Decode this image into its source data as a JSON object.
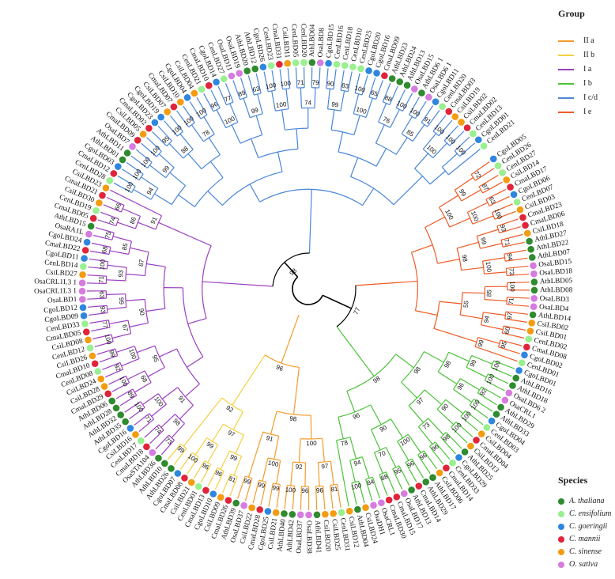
{
  "groups": {
    "title": "Group",
    "items": [
      {
        "label": "II a",
        "color": "#F39C2B"
      },
      {
        "label": "II b",
        "color": "#F4D03F"
      },
      {
        "label": "I a",
        "color": "#9B3FC1"
      },
      {
        "label": "I b",
        "color": "#4CC23A"
      },
      {
        "label": "I c/d",
        "color": "#4A86D8"
      },
      {
        "label": "I e",
        "color": "#EE5A24"
      }
    ]
  },
  "species": {
    "title": "Species",
    "items": [
      {
        "label": "A. thaliana",
        "color": "#2E8B2E"
      },
      {
        "label": "C. ensifolium",
        "color": "#98F08E"
      },
      {
        "label": "C. goeringii",
        "color": "#2E86DE"
      },
      {
        "label": "C. mannii",
        "color": "#E0243A"
      },
      {
        "label": "C. sinense",
        "color": "#F39C12"
      },
      {
        "label": "O. sativa",
        "color": "#D67BE0"
      }
    ]
  },
  "leaves": [
    {
      "name": "CgoLBD05",
      "clade": "Ie",
      "sp": "C. goeringii"
    },
    {
      "name": "CenLBD26",
      "clade": "Ie",
      "sp": "C. ensifolium"
    },
    {
      "name": "CenLBD27",
      "clade": "Ie",
      "sp": "C. ensifolium"
    },
    {
      "name": "CsiLBD14",
      "clade": "Ie",
      "sp": "C. sinense"
    },
    {
      "name": "CmaLBD17",
      "clade": "Ie",
      "sp": "C. mannii"
    },
    {
      "name": "CgoLBD06",
      "clade": "Ie",
      "sp": "C. goeringii"
    },
    {
      "name": "CenLBD07",
      "clade": "Ie",
      "sp": "C. ensifolium"
    },
    {
      "name": "CsiLBD03",
      "clade": "Ie",
      "sp": "C. sinense"
    },
    {
      "name": "CmaLBD23",
      "clade": "Ie",
      "sp": "C. mannii"
    },
    {
      "name": "CmaLBD06",
      "clade": "Ie",
      "sp": "C. mannii"
    },
    {
      "name": "CsiLBD18",
      "clade": "Ie",
      "sp": "C. sinense"
    },
    {
      "name": "AthLBD27",
      "clade": "Ie",
      "sp": "A. thaliana"
    },
    {
      "name": "AthLBD22",
      "clade": "Ie",
      "sp": "A. thaliana"
    },
    {
      "name": "AthLBD07",
      "clade": "Ie",
      "sp": "A. thaliana"
    },
    {
      "name": "OsaLBD15",
      "clade": "Ie",
      "sp": "O. sativa"
    },
    {
      "name": "OsaLBD18",
      "clade": "Ie",
      "sp": "O. sativa"
    },
    {
      "name": "AthLBD05",
      "clade": "Ie",
      "sp": "A. thaliana"
    },
    {
      "name": "AthLBD08",
      "clade": "Ie",
      "sp": "A. thaliana"
    },
    {
      "name": "OsaLBD3",
      "clade": "Ie",
      "sp": "O. sativa"
    },
    {
      "name": "OsaLBD4",
      "clade": "Ie",
      "sp": "O. sativa"
    },
    {
      "name": "AthLBD14",
      "clade": "Ie",
      "sp": "A. thaliana"
    },
    {
      "name": "CsiLBD02",
      "clade": "Ie",
      "sp": "C. sinense"
    },
    {
      "name": "CsiLBD01",
      "clade": "Ie",
      "sp": "C. sinense"
    },
    {
      "name": "CenLBD02",
      "clade": "Ie",
      "sp": "C. ensifolium"
    },
    {
      "name": "CmaLBD08",
      "clade": "Ie",
      "sp": "C. mannii"
    },
    {
      "name": "CgoLBD02",
      "clade": "Ie",
      "sp": "C. goeringii"
    },
    {
      "name": "CenLBD01",
      "clade": "Ie",
      "sp": "C. ensifolium"
    },
    {
      "name": "CgoLBD01",
      "clade": "Ib",
      "sp": "C. goeringii"
    },
    {
      "name": "AthLBD16",
      "clade": "Ib",
      "sp": "A. thaliana"
    },
    {
      "name": "AthLBD18",
      "clade": "Ib",
      "sp": "A. thaliana"
    },
    {
      "name": "OsaLBD6 2",
      "clade": "Ib",
      "sp": "O. sativa"
    },
    {
      "name": "OsaCRL1",
      "clade": "Ib",
      "sp": "O. sativa"
    },
    {
      "name": "AthLBD29",
      "clade": "Ib",
      "sp": "A. thaliana"
    },
    {
      "name": "AthLBD33",
      "clade": "Ib",
      "sp": "A. thaliana"
    },
    {
      "name": "CgoLBD04",
      "clade": "Ib",
      "sp": "C. goeringii"
    },
    {
      "name": "CenLBD03",
      "clade": "Ib",
      "sp": "C. ensifolium"
    },
    {
      "name": "CsiLBD04",
      "clade": "Ib",
      "sp": "C. sinense"
    },
    {
      "name": "CmaLBD04",
      "clade": "Ib",
      "sp": "C. mannii"
    },
    {
      "name": "CsiLBD13",
      "clade": "Ib",
      "sp": "C. sinense"
    },
    {
      "name": "AthLBD25",
      "clade": "Ib",
      "sp": "A. thaliana"
    },
    {
      "name": "CgoLBD29",
      "clade": "Ib",
      "sp": "C. goeringii"
    },
    {
      "name": "CenLBD33",
      "clade": "Ib",
      "sp": "C. ensifolium"
    },
    {
      "name": "CmaLBD14",
      "clade": "Ib",
      "sp": "C. mannii"
    },
    {
      "name": "CsiLBD06",
      "clade": "Ib",
      "sp": "C. sinense"
    },
    {
      "name": "AthLBD17",
      "clade": "Ib",
      "sp": "A. thaliana"
    },
    {
      "name": "AthLBD29",
      "clade": "Ib",
      "sp": "A. thaliana"
    },
    {
      "name": "CmaLBD14",
      "clade": "Ib",
      "sp": "C. mannii"
    },
    {
      "name": "AthLBD13",
      "clade": "Ib",
      "sp": "A. thaliana"
    },
    {
      "name": "OsaLBD17",
      "clade": "Ib",
      "sp": "O. sativa"
    },
    {
      "name": "CmaLBD15",
      "clade": "Ib",
      "sp": "C. mannii"
    },
    {
      "name": "CmaLBD30",
      "clade": "Ib",
      "sp": "C. mannii"
    },
    {
      "name": "OsaCRL1",
      "clade": "Ib",
      "sp": "O. sativa"
    },
    {
      "name": "OsaDH1",
      "clade": "Ib",
      "sp": "O. sativa"
    },
    {
      "name": "CsiLBD24",
      "clade": "Ib",
      "sp": "C. sinense"
    },
    {
      "name": "AthLBD04",
      "clade": "Ib",
      "sp": "A. thaliana"
    },
    {
      "name": "CsiLBD12",
      "clade": "Ib",
      "sp": "C. sinense"
    },
    {
      "name": "CenLBD31",
      "clade": "IIa",
      "sp": "C. ensifolium"
    },
    {
      "name": "CsiLBD25",
      "clade": "IIa",
      "sp": "C. sinense"
    },
    {
      "name": "CsiLBD20",
      "clade": "IIa",
      "sp": "C. sinense"
    },
    {
      "name": "AthLBD41",
      "clade": "IIa",
      "sp": "A. thaliana"
    },
    {
      "name": "OsaLBD38",
      "clade": "IIa",
      "sp": "O. sativa"
    },
    {
      "name": "OsaLBD37",
      "clade": "IIa",
      "sp": "O. sativa"
    },
    {
      "name": "AthLBD42",
      "clade": "IIa",
      "sp": "A. thaliana"
    },
    {
      "name": "AthLBD40",
      "clade": "IIa",
      "sp": "A. thaliana"
    },
    {
      "name": "CsiLBD21",
      "clade": "IIa",
      "sp": "C. sinense"
    },
    {
      "name": "CgoLBD25",
      "clade": "IIa",
      "sp": "C. goeringii"
    },
    {
      "name": "CmaLBD28",
      "clade": "IIa",
      "sp": "C. mannii"
    },
    {
      "name": "CsiLBD22",
      "clade": "IIa",
      "sp": "C. sinense"
    },
    {
      "name": "OsaLBD37",
      "clade": "IIa",
      "sp": "O. sativa"
    },
    {
      "name": "AthLBD39",
      "clade": "IIa",
      "sp": "A. thaliana"
    },
    {
      "name": "CmaLBD26",
      "clade": "IIb",
      "sp": "C. mannii"
    },
    {
      "name": "CsiLBD09",
      "clade": "IIb",
      "sp": "C. sinense"
    },
    {
      "name": "CgoLBD10",
      "clade": "IIb",
      "sp": "C. goeringii"
    },
    {
      "name": "CmaLBD13",
      "clade": "IIb",
      "sp": "C. mannii"
    },
    {
      "name": "CenLBD01",
      "clade": "IIb",
      "sp": "C. ensifolium"
    },
    {
      "name": "CsiLBD21",
      "clade": "IIb",
      "sp": "C. sinense"
    },
    {
      "name": "CmaLBD08",
      "clade": "IIb",
      "sp": "C. mannii"
    },
    {
      "name": "CgoLBD07",
      "clade": "IIb",
      "sp": "C. goeringii"
    },
    {
      "name": "AthLBD26",
      "clade": "IIb",
      "sp": "A. thaliana"
    },
    {
      "name": "AthLBD10",
      "clade": "IIb",
      "sp": "A. thaliana"
    },
    {
      "name": "AthLBD36",
      "clade": "Ia",
      "sp": "A. thaliana"
    },
    {
      "name": "OsaSTA104",
      "clade": "Ia",
      "sp": "O. sativa"
    },
    {
      "name": "CmaLBD18",
      "clade": "Ia",
      "sp": "C. mannii"
    },
    {
      "name": "CenLBD17",
      "clade": "Ia",
      "sp": "C. ensifolium"
    },
    {
      "name": "CsiLBD16",
      "clade": "Ia",
      "sp": "C. sinense"
    },
    {
      "name": "CgoLBD16",
      "clade": "Ia",
      "sp": "C. goeringii"
    },
    {
      "name": "AthLBD35",
      "clade": "Ia",
      "sp": "A. thaliana"
    },
    {
      "name": "AthLBD32",
      "clade": "Ia",
      "sp": "A. thaliana"
    },
    {
      "name": "AthLBD28",
      "clade": "Ia",
      "sp": "A. thaliana"
    },
    {
      "name": "AthLBD06",
      "clade": "Ia",
      "sp": "A. thaliana"
    },
    {
      "name": "CmaLBD29",
      "clade": "Ia",
      "sp": "C. mannii"
    },
    {
      "name": "CsiLBD28",
      "clade": "Ia",
      "sp": "C. sinense"
    },
    {
      "name": "CsiLBD24",
      "clade": "Ia",
      "sp": "C. sinense"
    },
    {
      "name": "CenLBD08",
      "clade": "Ia",
      "sp": "C. ensifolium"
    },
    {
      "name": "CmaLBD10",
      "clade": "Ia",
      "sp": "C. mannii"
    },
    {
      "name": "CsiLBD26",
      "clade": "Ia",
      "sp": "C. sinense"
    },
    {
      "name": "CenLBD12",
      "clade": "Ia",
      "sp": "C. ensifolium"
    },
    {
      "name": "CsiLBD08",
      "clade": "Ia",
      "sp": "C. sinense"
    },
    {
      "name": "CmaLBD05",
      "clade": "Ia",
      "sp": "C. mannii"
    },
    {
      "name": "CenLBD33",
      "clade": "Ia",
      "sp": "C. ensifolium"
    },
    {
      "name": "CgoLBD09",
      "clade": "Ia",
      "sp": "C. goeringii"
    },
    {
      "name": "CgoLBD12",
      "clade": "Ia",
      "sp": "C. goeringii"
    },
    {
      "name": "OsaLBD1",
      "clade": "Ia",
      "sp": "O. sativa"
    },
    {
      "name": "OsaCRL1L3 1",
      "clade": "Ia",
      "sp": "O. sativa"
    },
    {
      "name": "OsaCRL1L3 1",
      "clade": "Ia",
      "sp": "O. sativa"
    },
    {
      "name": "CsiLBD27",
      "clade": "Ia",
      "sp": "C. sinense"
    },
    {
      "name": "CenLBD14",
      "clade": "Ia",
      "sp": "C. ensifolium"
    },
    {
      "name": "CgoLBD11",
      "clade": "Ia",
      "sp": "C. goeringii"
    },
    {
      "name": "CmaLBD22",
      "clade": "Ia",
      "sp": "C. mannii"
    },
    {
      "name": "CgoLBD24",
      "clade": "Ia",
      "sp": "C. goeringii"
    },
    {
      "name": "OsaRA1L",
      "clade": "Ia",
      "sp": "O. sativa"
    },
    {
      "name": "AthLBD15",
      "clade": "Ia",
      "sp": "A. thaliana"
    },
    {
      "name": "CmaLBD05",
      "clade": "Ia",
      "sp": "C. mannii"
    },
    {
      "name": "CenLBD19",
      "clade": "Ia",
      "sp": "C. ensifolium"
    },
    {
      "name": "CsiLBD30",
      "clade": "Ia",
      "sp": "C. sinense"
    },
    {
      "name": "CmaLBD21",
      "clade": "Ia",
      "sp": "C. mannii"
    },
    {
      "name": "CsiLBD23",
      "clade": "Ia",
      "sp": "C. sinense"
    },
    {
      "name": "CenLBD28",
      "clade": "Icd",
      "sp": "C. ensifolium"
    },
    {
      "name": "CmaLBD12",
      "clade": "Icd",
      "sp": "C. mannii"
    },
    {
      "name": "CgoLBD03",
      "clade": "Icd",
      "sp": "C. goeringii"
    },
    {
      "name": "AthLBD01",
      "clade": "Icd",
      "sp": "A. thaliana"
    },
    {
      "name": "AthLBD11",
      "clade": "Icd",
      "sp": "A. thaliana"
    },
    {
      "name": "OsaLBD7",
      "clade": "Icd",
      "sp": "O. sativa"
    },
    {
      "name": "CmaLBD09",
      "clade": "Icd",
      "sp": "C. mannii"
    },
    {
      "name": "CsiLBD05",
      "clade": "Icd",
      "sp": "C. sinense"
    },
    {
      "name": "CmaLBD02",
      "clade": "Icd",
      "sp": "C. mannii"
    },
    {
      "name": "CgoLBD23",
      "clade": "Icd",
      "sp": "C. goeringii"
    },
    {
      "name": "CgoLBD19",
      "clade": "Icd",
      "sp": "C. goeringii"
    },
    {
      "name": "CsiLBD07",
      "clade": "Icd",
      "sp": "C. sinense"
    },
    {
      "name": "CmaLBD07",
      "clade": "Icd",
      "sp": "C. mannii"
    },
    {
      "name": "CsiLBD10",
      "clade": "Icd",
      "sp": "C. sinense"
    },
    {
      "name": "CgoLBD04",
      "clade": "Icd",
      "sp": "C. goeringii"
    },
    {
      "name": "CsiLBD04",
      "clade": "Icd",
      "sp": "C. sinense"
    },
    {
      "name": "CenLBD21",
      "clade": "Icd",
      "sp": "C. ensifolium"
    },
    {
      "name": "CmaLBD10",
      "clade": "Icd",
      "sp": "C. mannii"
    },
    {
      "name": "CgoLBD14",
      "clade": "Icd",
      "sp": "C. goeringii"
    },
    {
      "name": "CenLBD27",
      "clade": "Icd",
      "sp": "C. ensifolium"
    },
    {
      "name": "OsaLBD11",
      "clade": "Icd",
      "sp": "O. sativa"
    },
    {
      "name": "OsaLBD19",
      "clade": "Icd",
      "sp": "O. sativa"
    },
    {
      "name": "AthLBD20",
      "clade": "Icd",
      "sp": "A. thaliana"
    },
    {
      "name": "AthLBD12",
      "clade": "Icd",
      "sp": "A. thaliana"
    },
    {
      "name": "CgoLBD26",
      "clade": "Icd",
      "sp": "C. goeringii"
    },
    {
      "name": "CenLBD23",
      "clade": "Icd",
      "sp": "C. ensifolium"
    },
    {
      "name": "CmaLBD31",
      "clade": "Icd",
      "sp": "C. mannii"
    },
    {
      "name": "CsiLBD11",
      "clade": "Icd",
      "sp": "C. sinense"
    },
    {
      "name": "CenLBD05",
      "clade": "Icd",
      "sp": "C. ensifolium"
    },
    {
      "name": "CenLBD20",
      "clade": "Icd",
      "sp": "C. ensifolium"
    },
    {
      "name": "AthLBD04",
      "clade": "Icd",
      "sp": "A. thaliana"
    },
    {
      "name": "OsaLBD8",
      "clade": "Icd",
      "sp": "O. sativa"
    },
    {
      "name": "CgoLBD15",
      "clade": "Icd",
      "sp": "C. goeringii"
    },
    {
      "name": "CenLBD16",
      "clade": "Icd",
      "sp": "C. ensifolium"
    },
    {
      "name": "CenLBD18",
      "clade": "Icd",
      "sp": "C. ensifolium"
    },
    {
      "name": "CenLBD10",
      "clade": "Icd",
      "sp": "C. ensifolium"
    },
    {
      "name": "CenLBD25",
      "clade": "Icd",
      "sp": "C. ensifolium"
    },
    {
      "name": "CgoLBD20",
      "clade": "Icd",
      "sp": "C. goeringii"
    },
    {
      "name": "CgoLBD16",
      "clade": "Icd",
      "sp": "C. goeringii"
    },
    {
      "name": "CmaLBD09",
      "clade": "Icd",
      "sp": "C. mannii"
    },
    {
      "name": "AthLBD23",
      "clade": "Icd",
      "sp": "A. thaliana"
    },
    {
      "name": "AthLBD24",
      "clade": "Icd",
      "sp": "A. thaliana"
    },
    {
      "name": "AthLBD13",
      "clade": "Icd",
      "sp": "A. thaliana"
    },
    {
      "name": "OsaLBD15",
      "clade": "Icd",
      "sp": "O. sativa"
    },
    {
      "name": "AthLBD6 1",
      "clade": "Icd",
      "sp": "A. thaliana"
    },
    {
      "name": "OsaLBD6 1",
      "clade": "Icd",
      "sp": "O. sativa"
    },
    {
      "name": "CgoLBD11",
      "clade": "Icd",
      "sp": "C. goeringii"
    },
    {
      "name": "CenLBD20",
      "clade": "Icd",
      "sp": "C. ensifolium"
    },
    {
      "name": "CmaLBD03",
      "clade": "Icd",
      "sp": "C. mannii"
    },
    {
      "name": "CsiLBD19",
      "clade": "Icd",
      "sp": "C. sinense"
    },
    {
      "name": "CsiLBD02",
      "clade": "Icd",
      "sp": "C. sinense"
    },
    {
      "name": "CmaLBD02",
      "clade": "Icd",
      "sp": "C. mannii"
    },
    {
      "name": "CenLBD13",
      "clade": "Icd",
      "sp": "C. ensifolium"
    },
    {
      "name": "CgoLBD01",
      "clade": "Icd",
      "sp": "C. goeringii"
    },
    {
      "name": "CenLBD21",
      "clade": "Icd",
      "sp": "C. ensifolium"
    }
  ],
  "bootstrap": {
    "root": "98",
    "lower_root": "77",
    "Icd_base": "71",
    "Ia_base": "86",
    "Ib_base": "100",
    "Ie_base": "97",
    "II_base": "96",
    "Icd": [
      "100",
      "100",
      "100",
      "100",
      "95",
      "100",
      "100",
      "100",
      "96",
      "77",
      "89",
      "63",
      "100",
      "100",
      "71",
      "79",
      "90",
      "83",
      "100",
      "65",
      "88",
      "100",
      "100",
      "91",
      "100",
      "100",
      "100",
      "94",
      "99",
      "88",
      "78",
      "100",
      "99",
      "100",
      "74",
      "99",
      "100",
      "76",
      "85",
      "100"
    ],
    "Ia": [
      "73",
      "74",
      "71",
      "100",
      "89",
      "100",
      "92",
      "99",
      "100",
      "77",
      "93",
      "63",
      "71",
      "100",
      "68",
      "75",
      "74",
      "66",
      "98",
      "100",
      "68",
      "100",
      "67",
      "99",
      "93",
      "85",
      "86",
      "91",
      "95",
      "90",
      "87",
      "91"
    ],
    "Ib": [
      "100",
      "100",
      "92",
      "100",
      "100",
      "100",
      "98",
      "96",
      "96",
      "96",
      "95",
      "88",
      "84",
      "100",
      "99",
      "96",
      "90",
      "73",
      "100",
      "70",
      "94",
      "98",
      "97",
      "90",
      "78",
      "98",
      "96",
      "98",
      "99"
    ],
    "Ie": [
      "72",
      "87",
      "63",
      "100",
      "93",
      "71",
      "94",
      "73",
      "100",
      "71",
      "97",
      "60",
      "95",
      "99",
      "100",
      "99",
      "100",
      "85",
      "94",
      "99",
      "100",
      "98",
      "55"
    ],
    "II": [
      "81",
      "96",
      "96",
      "100",
      "99",
      "99",
      "99",
      "97",
      "92",
      "100",
      "100",
      "91",
      "98",
      "100",
      "70",
      "87",
      "91",
      "90",
      "100",
      "98",
      "100",
      "100"
    ]
  }
}
